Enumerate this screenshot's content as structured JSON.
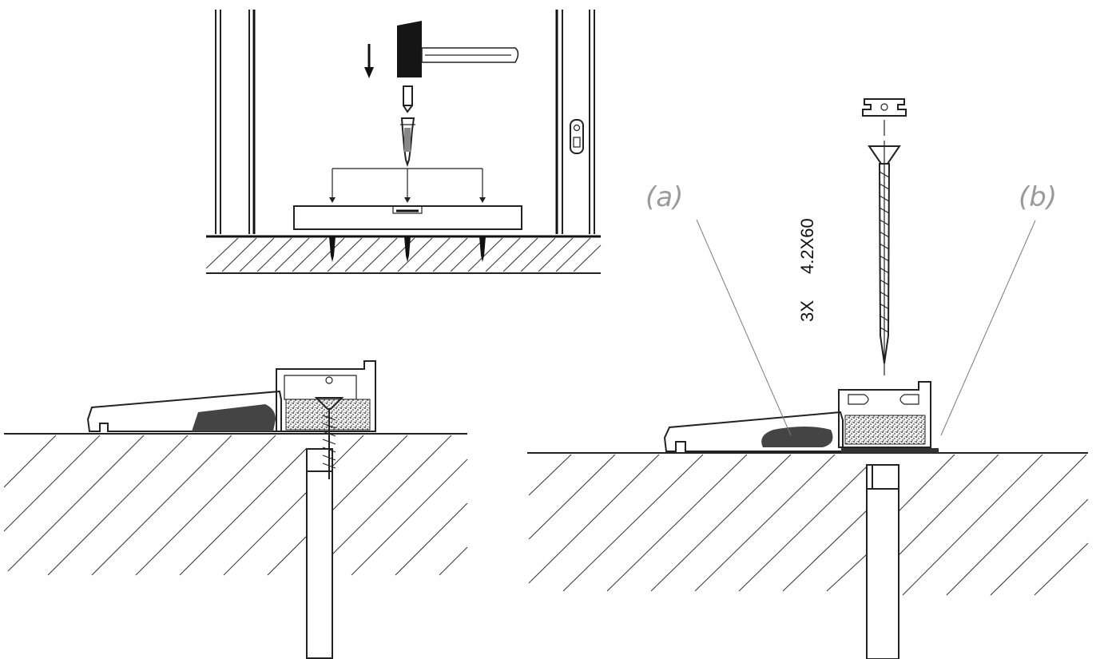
{
  "callouts": {
    "a": "(a)",
    "b": "(b)"
  },
  "screw_spec": {
    "quantity": "3X",
    "size": "4.2X60"
  },
  "colors": {
    "line": "#222222",
    "callout_grey": "#9a9a9a",
    "fill_dark": "#444444"
  }
}
